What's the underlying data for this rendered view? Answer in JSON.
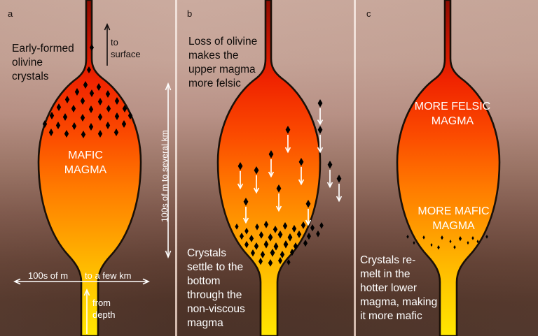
{
  "figure": {
    "title": "Magma chamber fractional crystallization and crystal settling",
    "panels": [
      {
        "letter": "a",
        "caption": "Early-formed\nolivine\ncrystals",
        "magma_labels": [
          {
            "text": "MAFIC\nMAGMA",
            "color": "#ffffff"
          }
        ],
        "annotations": [
          {
            "name": "to-surface",
            "text": "to\nsurface",
            "color": "#141010",
            "direction": "up"
          },
          {
            "name": "scale-width-left",
            "text": "100s of m",
            "color": "#ffffff"
          },
          {
            "name": "scale-width-right",
            "text": "to a few km",
            "color": "#ffffff"
          },
          {
            "name": "from-depth",
            "text": "from\ndepth",
            "color": "#ffffff",
            "direction": "up"
          },
          {
            "name": "scale-height",
            "text": "100s of m to several km",
            "color": "#ffffff",
            "direction": "both"
          }
        ]
      },
      {
        "letter": "b",
        "caption": "Loss of olivine\nmakes the\nupper magma\nmore felsic",
        "caption_bottom": "Crystals\nsettle to the\nbottom\nthrough the\nnon-viscous\nmagma",
        "magma_labels": [],
        "annotations": [
          {
            "name": "settling-arrows",
            "text": "",
            "color": "#ffffff",
            "direction": "down"
          }
        ]
      },
      {
        "letter": "c",
        "caption_bottom": "Crystals re-\nmelt in the\nhotter lower\nmagma, making\nit more mafic",
        "magma_labels": [
          {
            "text": "MORE FELSIC\nMAGMA",
            "color": "#ffffff"
          },
          {
            "text": "MORE MAFIC\nMAGMA",
            "color": "#ffffff"
          }
        ],
        "annotations": []
      }
    ],
    "colors": {
      "background_top": "#cbab9f",
      "background_bottom": "#4a3228",
      "magma_hot": "#e02000",
      "magma_mid": "#ff6000",
      "magma_cool": "#ffd000",
      "conduit_deep": "#8e0b00",
      "crystal": "#000000",
      "outline": "#1a1008",
      "divider": "#f2e2db",
      "annotation_light": "#ffffff",
      "annotation_dark": "#141010"
    }
  }
}
